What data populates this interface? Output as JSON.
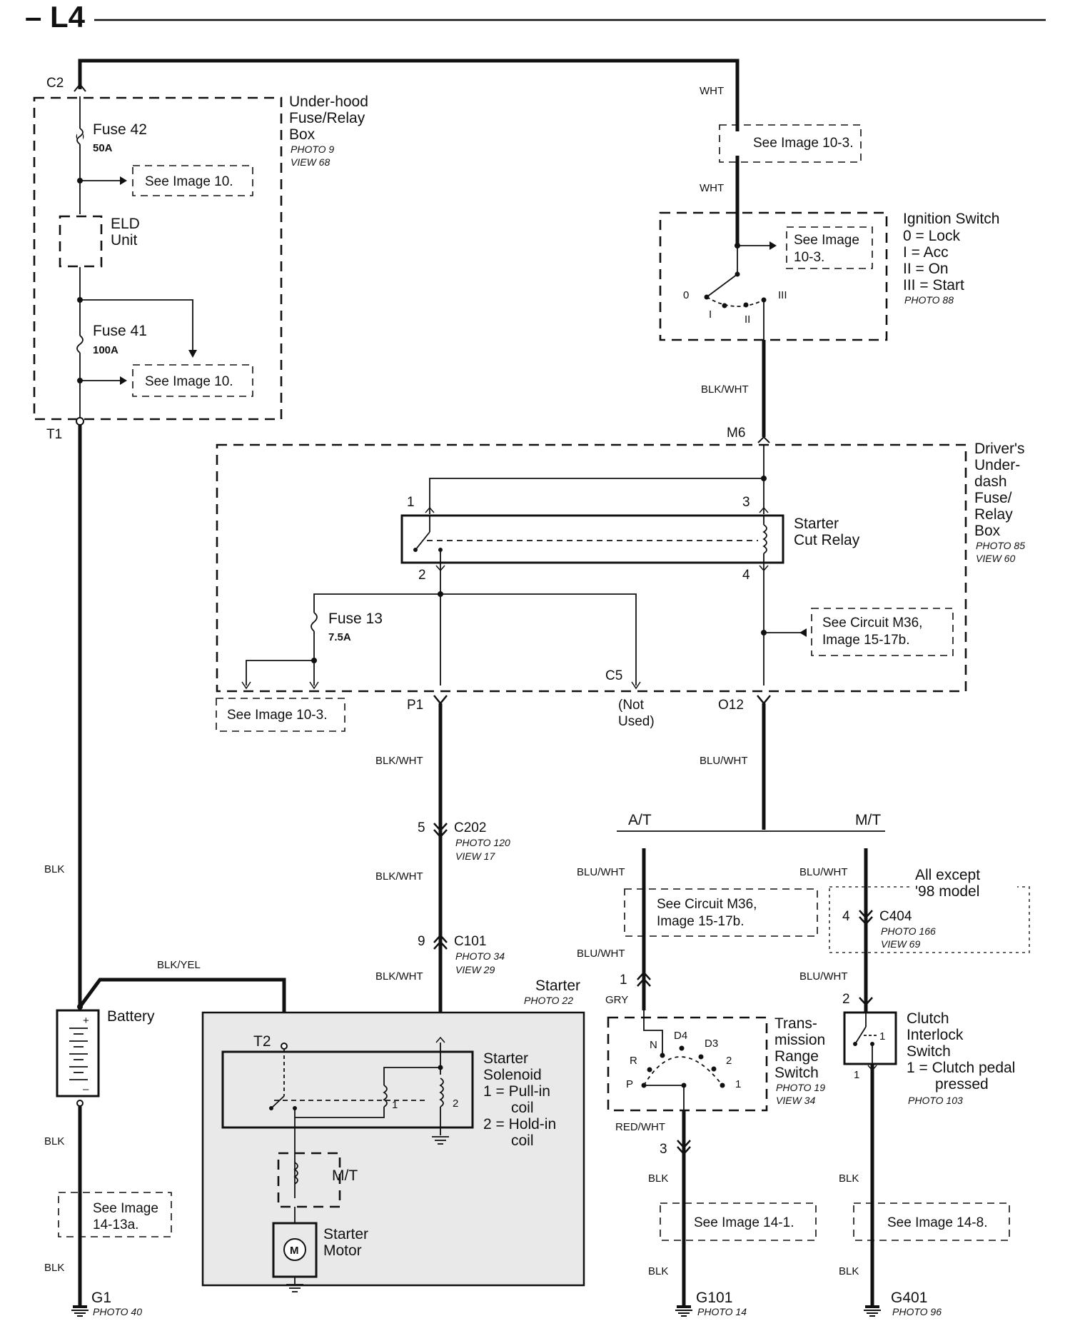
{
  "page": {
    "title": "– L4"
  },
  "components": {
    "underhood_box": {
      "name_lines": [
        "Under-hood",
        "Fuse/Relay",
        "Box"
      ],
      "photo": "PHOTO 9",
      "view": "VIEW 68",
      "fuse42": {
        "label": "Fuse 42",
        "rating": "50A"
      },
      "eld": {
        "label_lines": [
          "ELD",
          "Unit"
        ]
      },
      "fuse41": {
        "label": "Fuse 41",
        "rating": "100A"
      },
      "ref1": "See Image 10.",
      "ref2": "See Image 10."
    },
    "ignition_switch": {
      "title": "Ignition Switch",
      "positions": [
        "0  = Lock",
        "I   = Acc",
        "II  = On",
        "III = Start"
      ],
      "photo": "PHOTO 88",
      "ref_lines": [
        "See Image",
        "10-3."
      ],
      "contacts": [
        "0",
        "I",
        "II",
        "III"
      ]
    },
    "drivers_box": {
      "name_lines": [
        "Driver's",
        "Under-",
        "dash",
        "Fuse/",
        "Relay",
        "Box"
      ],
      "photo": "PHOTO 85",
      "view": "VIEW 60"
    },
    "starter_cut_relay": {
      "name_lines": [
        "Starter",
        "Cut Relay"
      ],
      "pins": [
        "1",
        "2",
        "3",
        "4"
      ]
    },
    "fuse13": {
      "label": "Fuse 13",
      "rating": "7.5A"
    },
    "ref_10_3_top": "See Image 10-3.",
    "ref_10_3_left": "See Image 10-3.",
    "ref_m36_relay": [
      "See Circuit M36,",
      "Image 15-17b."
    ],
    "ref_m36_at": [
      "See Circuit M36,",
      "Image 15-17b."
    ],
    "c5_label": "C5",
    "not_used": [
      "(Not",
      "Used)"
    ],
    "c202": {
      "name": "C202",
      "pin": "5",
      "photo": "PHOTO 120",
      "view": "VIEW 17"
    },
    "c101": {
      "name": "C101",
      "pin": "9",
      "photo": "PHOTO 34",
      "view": "VIEW 29"
    },
    "c404": {
      "name": "C404",
      "pin": "4",
      "photo": "PHOTO 166",
      "view": "VIEW 69",
      "note_lines": [
        "All except",
        "'98 model"
      ]
    },
    "starter": {
      "title": "Starter",
      "photo": "PHOTO 22",
      "terminal": "T2",
      "solenoid_lines": [
        "Starter",
        "Solenoid",
        "1 =  Pull-in",
        "coil",
        "2 =  Hold-in",
        "coil"
      ],
      "coil_labels": [
        "1",
        "2"
      ],
      "mt_label": "M/T",
      "motor_lines": [
        "Starter",
        "Motor"
      ],
      "motor_symbol": "M"
    },
    "battery": {
      "label": "Battery",
      "plus": "+",
      "minus": "–"
    },
    "ref_14_13a": [
      "See Image",
      "14-13a."
    ],
    "trans_switch": {
      "name_lines": [
        "Trans-",
        "mission",
        "Range",
        "Switch"
      ],
      "photo": "PHOTO 19",
      "view": "VIEW 34",
      "positions": [
        "N",
        "D4",
        "D3",
        "2",
        "R",
        "P",
        "1"
      ]
    },
    "clutch_switch": {
      "name_lines": [
        "Clutch",
        "Interlock",
        "Switch",
        "1 =  Clutch pedal",
        "pressed"
      ],
      "photo": "PHOTO 103",
      "pin_top": "2",
      "pin_bottom": "1",
      "contact": "1"
    },
    "ref_14_1": "See Image 14-1.",
    "ref_14_8": "See Image 14-8.",
    "grounds": {
      "g1": {
        "name": "G1",
        "photo": "PHOTO 40"
      },
      "g101": {
        "name": "G101",
        "photo": "PHOTO 14"
      },
      "g401": {
        "name": "G401",
        "photo": "PHOTO 96"
      }
    },
    "branch_labels": {
      "at": "A/T",
      "mt": "M/T"
    }
  },
  "connectors": {
    "c2": "C2",
    "t1": "T1",
    "m6": "M6",
    "p1": "P1",
    "o12": "O12",
    "pin1": "1",
    "pin2": "2",
    "pin3": "3",
    "pin4": "4",
    "at_pin1": "1",
    "at_pin3": "3",
    "mt_pin2": "2",
    "mt_pin1": "1"
  },
  "wires": {
    "wht_top": "WHT",
    "wht_mid": "WHT",
    "blkwht_ign": "BLK/WHT",
    "blkwht_p1": "BLK/WHT",
    "blkwht_c202": "BLK/WHT",
    "blkwht_c101": "BLK/WHT",
    "bluwht_o12": "BLU/WHT",
    "bluwht_at1": "BLU/WHT",
    "bluwht_at2": "BLU/WHT",
    "gry": "GRY",
    "redwht": "RED/WHT",
    "blk_at1": "BLK",
    "blk_at2": "BLK",
    "bluwht_mt1": "BLU/WHT",
    "bluwht_mt2": "BLU/WHT",
    "blk_mt1": "BLK",
    "blk_mt2": "BLK",
    "blk_left1": "BLK",
    "blk_left2": "BLK",
    "blk_left3": "BLK",
    "blkyel": "BLK/YEL"
  }
}
